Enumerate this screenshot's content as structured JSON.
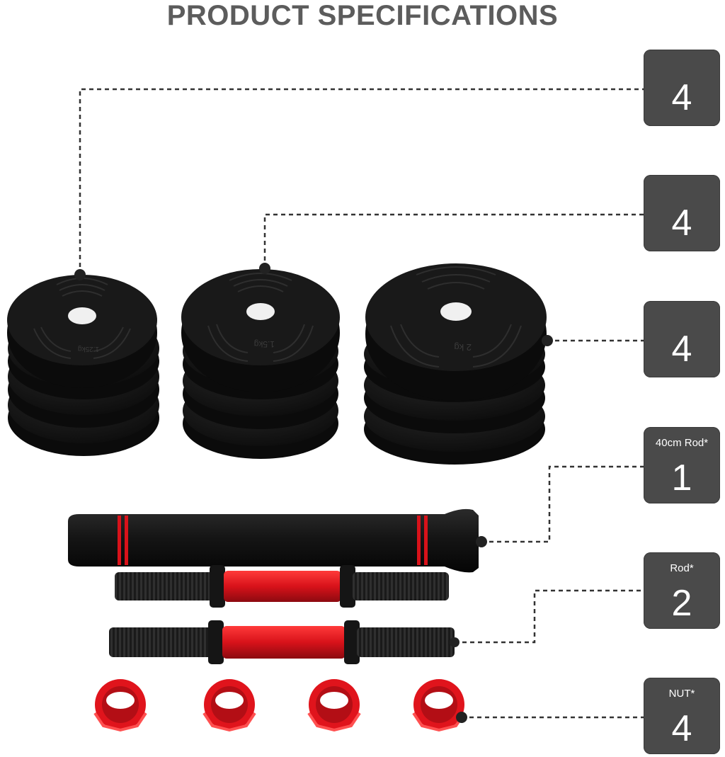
{
  "title": "PRODUCT SPECIFICATIONS",
  "colors": {
    "plate": "#111111",
    "accent_red": "#e0141c",
    "badge_bg": "#4a4a4a",
    "title": "#5c5c5c"
  },
  "callouts": [
    {
      "part": "small-plates",
      "label": "",
      "count": "4"
    },
    {
      "part": "medium-plates",
      "label": "",
      "count": "4"
    },
    {
      "part": "large-plates",
      "label": "",
      "count": "4"
    },
    {
      "part": "connecting-rod",
      "label": "40cm Rod*",
      "count": "1"
    },
    {
      "part": "handle-rods",
      "label": "Rod*",
      "count": "2"
    },
    {
      "part": "nuts",
      "label": "NUT*",
      "count": "4"
    }
  ],
  "plate_markings": {
    "small": "1.25kg",
    "medium": "1.5kg",
    "large": "2 kg"
  }
}
